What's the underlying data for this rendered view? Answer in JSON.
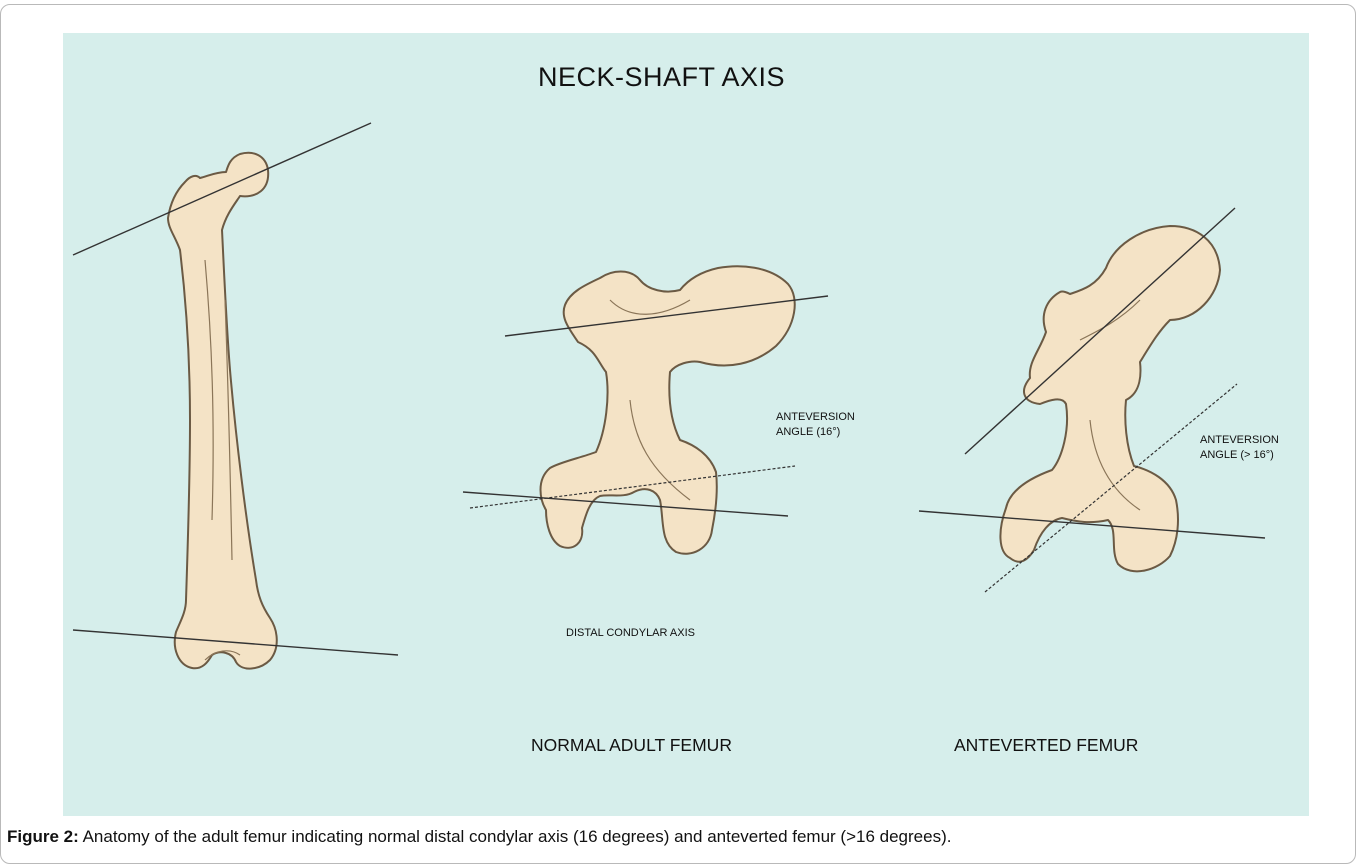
{
  "title": "NECK-SHAFT AXIS",
  "labels": {
    "anteversion_normal_line1": "ANTEVERSION",
    "anteversion_normal_line2": "ANGLE (16°)",
    "anteversion_anteverted_line1": "ANTEVERSION",
    "anteversion_anteverted_line2": "ANGLE (> 16°)",
    "distal_condylar_axis": "DISTAL CONDYLAR AXIS",
    "normal_femur": "NORMAL ADULT FEMUR",
    "anteverted_femur": "ANTEVERTED FEMUR"
  },
  "caption": {
    "prefix": "Figure 2:",
    "text": " Anatomy of the adult femur indicating normal distal condylar axis (16 degrees) and anteverted femur (>16 degrees)."
  },
  "colors": {
    "background_panel": "#d6eeeb",
    "bone_fill": "#f4e3c6",
    "bone_outline": "#6b5a44",
    "axis_line": "#333333"
  }
}
